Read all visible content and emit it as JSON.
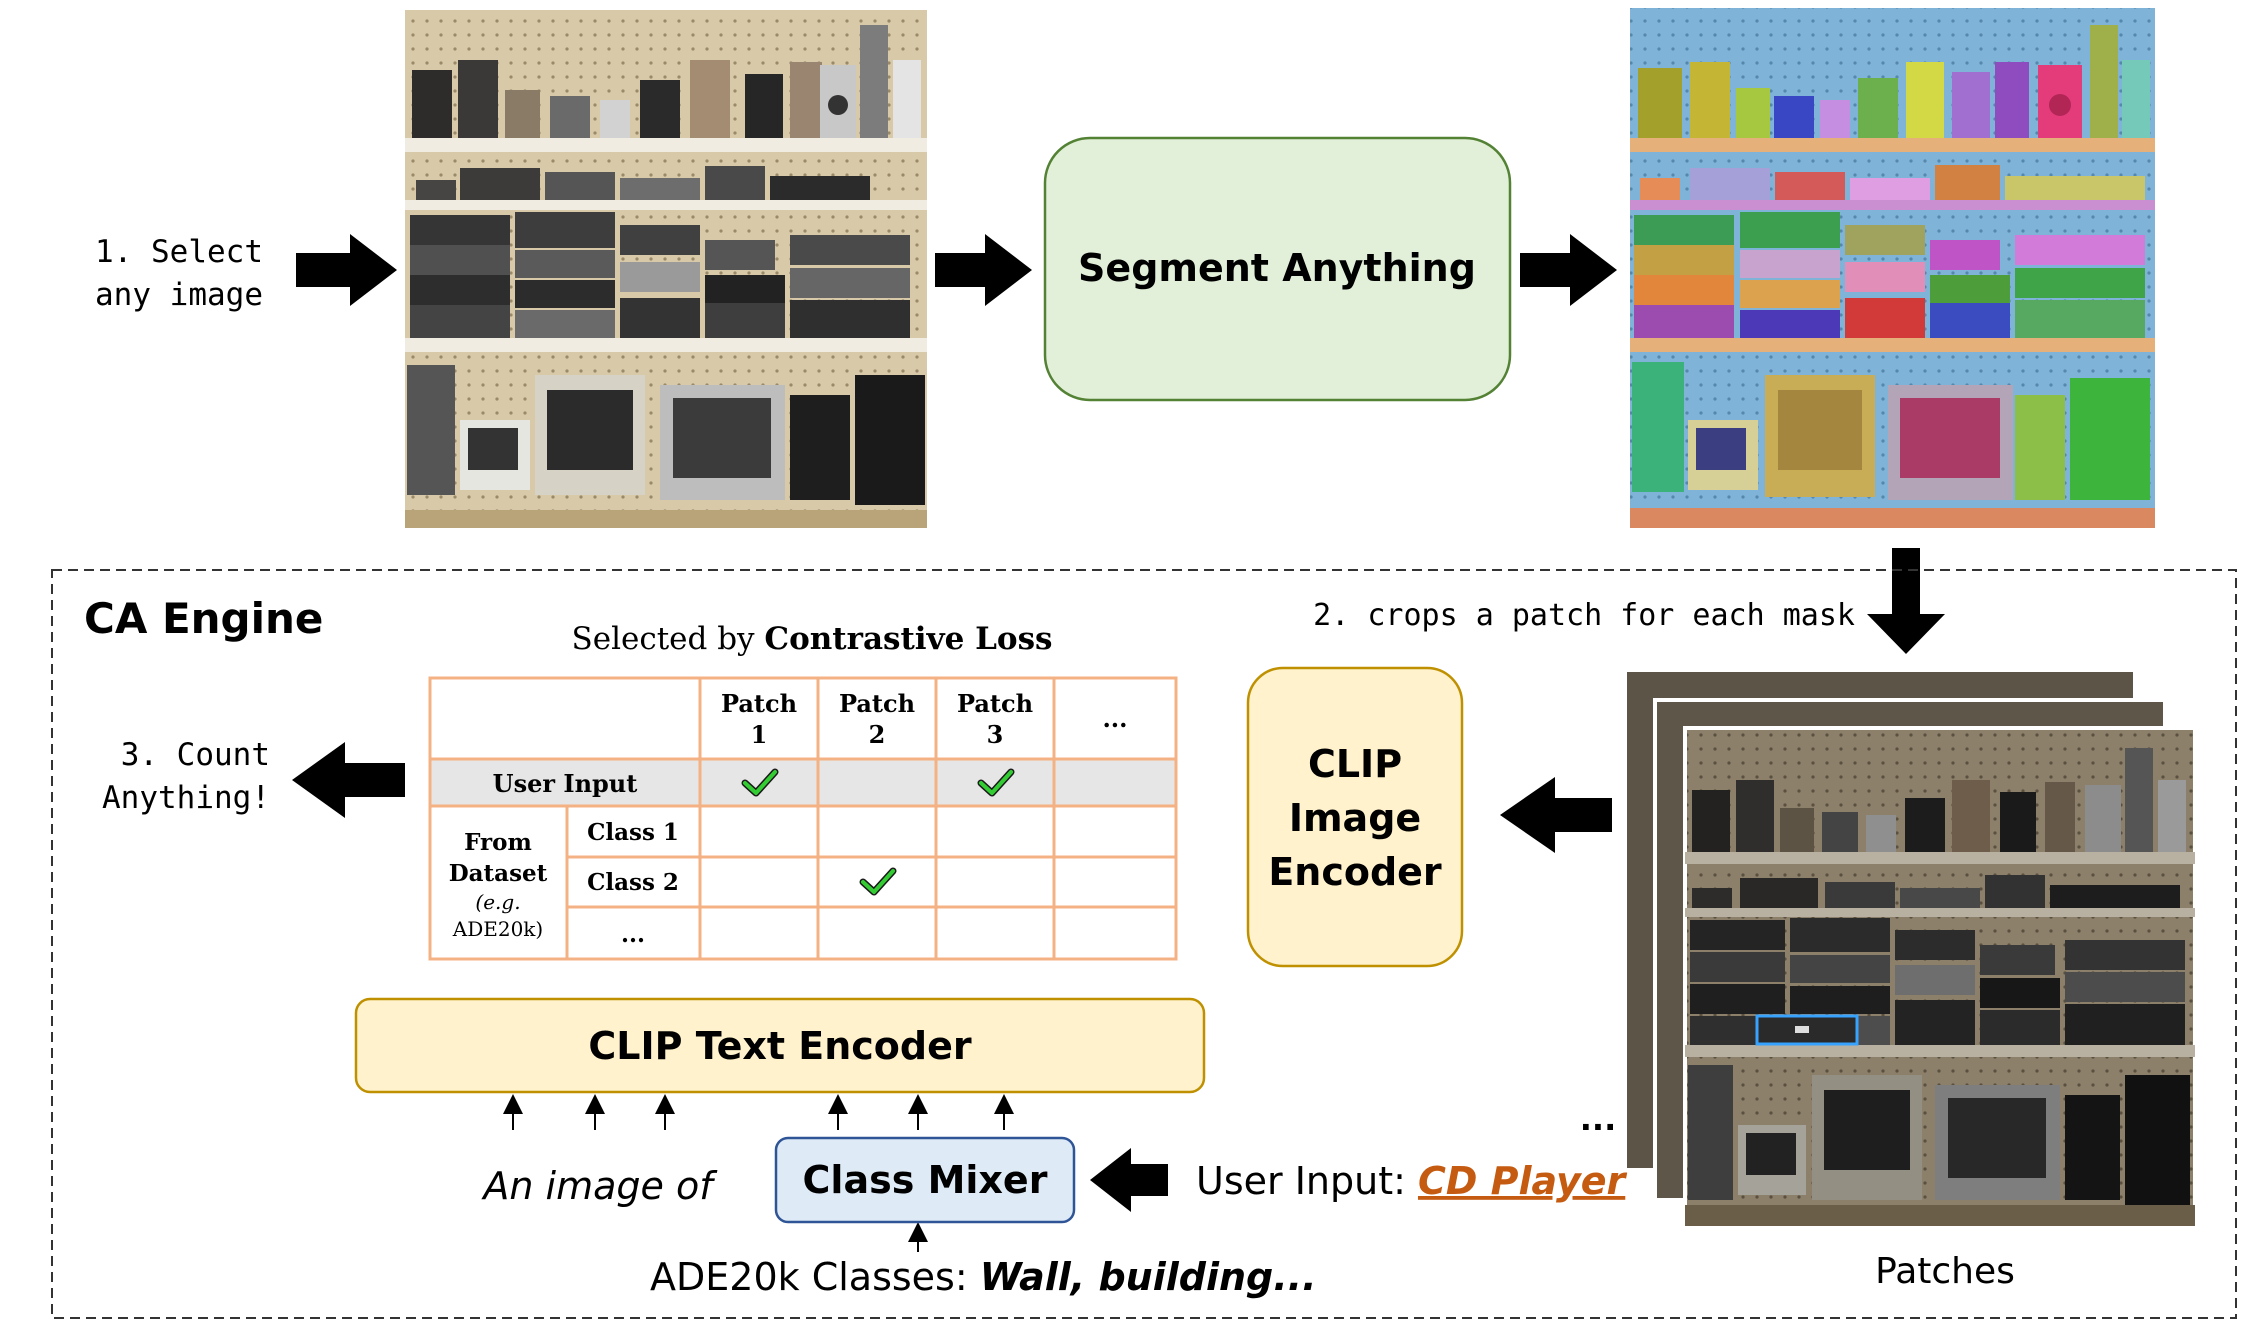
{
  "steps": {
    "select": [
      "1. Select",
      "any image"
    ],
    "crops": "2. crops a patch for each mask",
    "count": [
      "3. Count",
      "Anything!"
    ]
  },
  "boxes": {
    "segment_anything": "Segment Anything",
    "clip_image_encoder": [
      "CLIP",
      "Image",
      "Encoder"
    ],
    "clip_text_encoder": "CLIP Text Encoder",
    "class_mixer": "Class Mixer"
  },
  "engine_title": "CA Engine",
  "table": {
    "caption_prefix": "Selected by ",
    "caption_bold": "Contrastive Loss",
    "headers": [
      [
        "Patch",
        "1"
      ],
      [
        "Patch",
        "2"
      ],
      [
        "Patch",
        "3"
      ],
      [
        "..."
      ]
    ],
    "user_input_label": "User Input",
    "from_dataset": [
      "From",
      "Dataset",
      "(e.g.",
      "ADE20k)"
    ],
    "class_rows": [
      "Class 1",
      "Class 2",
      "..."
    ]
  },
  "text_prompt": "An image of",
  "user_input": {
    "label": "User Input: ",
    "value": "CD Player"
  },
  "ade_classes": {
    "label": "ADE20k Classes: ",
    "value": "Wall, building..."
  },
  "patches_label": "Patches",
  "ellipsis": "...",
  "colors": {
    "green_box": "#e2f0d9",
    "green_border": "#548235",
    "yellow_box": "#fff2cc",
    "yellow_border": "#bf9000",
    "blue_box": "#deebf7",
    "blue_border": "#2f5597",
    "table_border": "#f4b183",
    "user_row": "#e7e6e6",
    "check": "#33cc33",
    "accent_orange": "#c55a11"
  }
}
